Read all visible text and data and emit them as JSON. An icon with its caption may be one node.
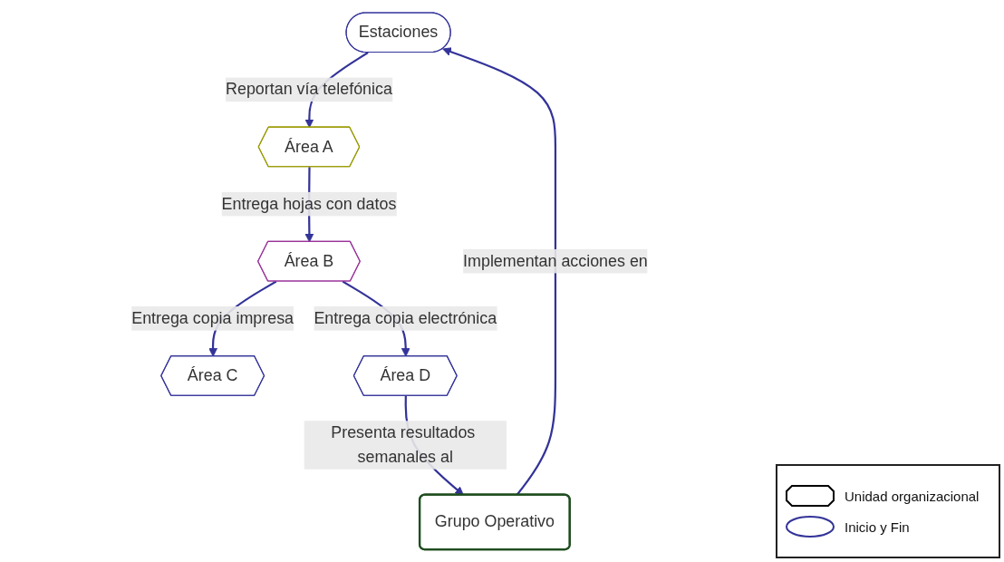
{
  "diagram": {
    "nodes": [
      {
        "text": [
          "Estaciones"
        ]
      },
      {
        "text": [
          "Área A"
        ]
      },
      {
        "text": [
          "Área C"
        ]
      },
      {
        "text": [
          "Área B"
        ]
      },
      {
        "text": [
          "Área D"
        ]
      },
      {
        "text": [
          "Grupo Operativo"
        ]
      }
    ],
    "edges": [
      {
        "from": 0,
        "to": 1,
        "arrow": "to",
        "label": "Reportan vía telefónica"
      },
      {
        "from": 1,
        "to": 3,
        "arrow": "to",
        "label": "Entrega hojas con datos"
      },
      {
        "from": 3,
        "to": 2,
        "arrow": "to",
        "label": "Entrega copia impresa"
      },
      {
        "from": 3,
        "to": 4,
        "arrow": "to",
        "label": "Entrega copia electrónica"
      },
      {
        "from": 4,
        "to": 5,
        "arrow": "to",
        "label": "Presenta resultados semanales al"
      },
      {
        "from": 5,
        "to": 0,
        "arrow": "to",
        "label": "Implementan acciones en"
      }
    ],
    "legend": [
      {
        "text": "Unidad organizacional"
      },
      {
        "text": "Inicio y Fin"
      }
    ]
  }
}
